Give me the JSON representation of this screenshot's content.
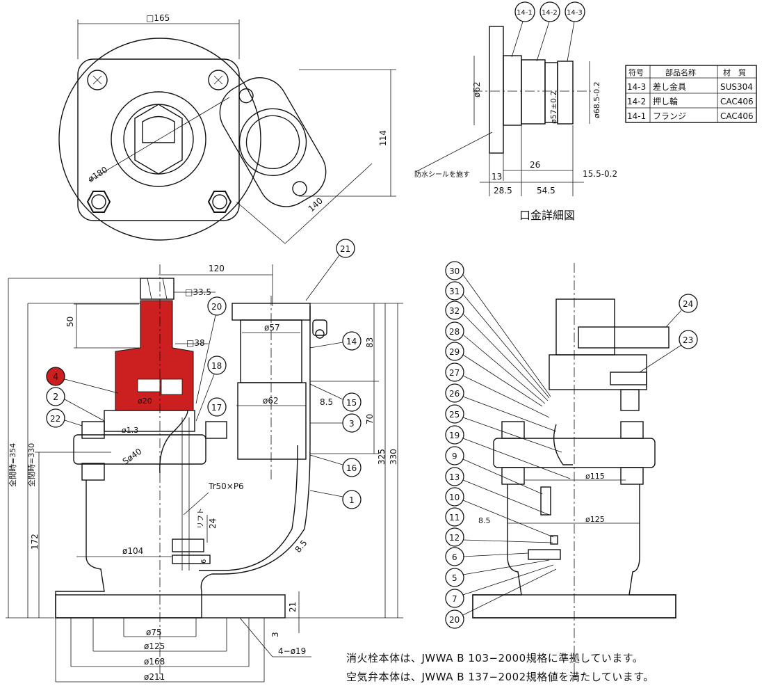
{
  "top_view": {
    "dim_square": "□165",
    "dim_circle": "ø180",
    "dim_114": "114",
    "dim_140": "140"
  },
  "detail": {
    "callouts": [
      "14-1",
      "14-2",
      "14-3"
    ],
    "dim_62": "ø62",
    "dim_57": "ø57±0.2",
    "dim_68_5": "ø68.5-0.2",
    "dim_13": "13",
    "dim_26": "26",
    "dim_15_5": "15.5-0.2",
    "dim_28_5": "28.5",
    "dim_54_5": "54.5",
    "seal_note": "防水シールを施す",
    "title": "口金詳細図"
  },
  "parts_table": {
    "headers": [
      "符号",
      "部品名称",
      "材　質"
    ],
    "rows": [
      {
        "code": "14-3",
        "name": "差し金具",
        "material": "SUS304"
      },
      {
        "code": "14-2",
        "name": "押し輪",
        "material": "CAC406"
      },
      {
        "code": "14-1",
        "name": "フランジ",
        "material": "CAC406"
      }
    ]
  },
  "main_section": {
    "dim_120": "120",
    "dim_33_5": "□33.5",
    "dim_38": "□38",
    "dim_50": "50",
    "dim_57": "ø57",
    "dim_62": "ø62",
    "dim_8_5": "8.5",
    "dim_83": "83",
    "dim_70": "70",
    "dim_325": "325",
    "dim_330": "330",
    "dim_20": "ø20",
    "dim_1_3": "ø1.3",
    "dim_sphere": "Sø40",
    "thread": "Tr50×P6",
    "lift_label": "リフト",
    "lift_value": "24",
    "dim_104": "ø104",
    "dim_8_5_b": "8.5",
    "dim_6": "6",
    "dim_21": "21",
    "dim_3": "3",
    "dim_75": "ø75",
    "dim_125": "ø125",
    "dim_168": "ø168",
    "dim_211": "ø211",
    "holes": "4−ø19",
    "dim_172": "172",
    "full_open_354": "全開時=354",
    "full_closed_330": "全閉時=330",
    "balloons_left": [
      "4",
      "2",
      "22"
    ],
    "balloons_mid": [
      "21",
      "20",
      "18",
      "17",
      "14",
      "15",
      "3",
      "16",
      "1"
    ]
  },
  "right_section": {
    "balloons": [
      "30",
      "31",
      "32",
      "28",
      "29",
      "27",
      "26",
      "25",
      "19",
      "9",
      "13",
      "10",
      "11",
      "12",
      "6",
      "5",
      "7",
      "20",
      "24",
      "23"
    ],
    "dim_115": "ø115",
    "dim_125": "ø125",
    "dim_8_5": "8.5"
  },
  "notes": [
    "消火栓本体は、JWWA B 103−2000規格に準拠しています。",
    "空気弁本体は、JWWA B 137−2002規格値を満たしています。"
  ],
  "colors": {
    "highlight": "#cc1f1f",
    "line": "#111111"
  }
}
